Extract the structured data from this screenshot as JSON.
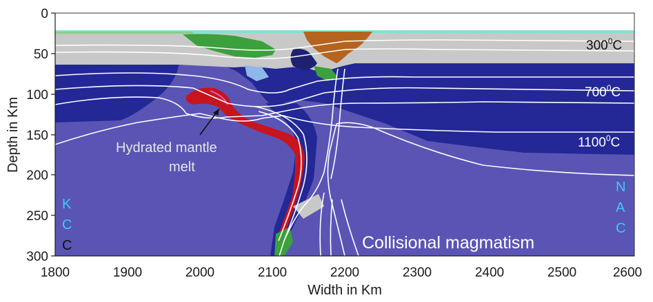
{
  "x_axis": {
    "title": "Width in Km",
    "ticks": [
      "1800",
      "1900",
      "2000",
      "2100",
      "2200",
      "2300",
      "2400",
      "2500",
      "2600"
    ]
  },
  "y_axis": {
    "title": "Depth in Km",
    "ticks": [
      "0",
      "50",
      "100",
      "150",
      "200",
      "250",
      "300"
    ]
  },
  "isotherms": [
    {
      "base": "300",
      "sup": "0",
      "unit": "C"
    },
    {
      "base": "700",
      "sup": "0",
      "unit": "C"
    },
    {
      "base": "1100",
      "sup": "0",
      "unit": "C"
    }
  ],
  "annotations": {
    "melt_line1": "Hydrated mantle",
    "melt_line2": "melt",
    "title": "Collisional magmatism"
  },
  "left_label": [
    "K",
    "C",
    "C"
  ],
  "right_label": [
    "N",
    "A",
    "C"
  ],
  "colors": {
    "asthenosphere": "#5a55b4",
    "lithosphere": "#232896",
    "crust": "#c8c8c8",
    "melt": "#c8141e",
    "sediment": "#b4641e",
    "green": "#3ca03c",
    "isotherm": "#ffffff",
    "side_label": "#3cc8ff"
  }
}
